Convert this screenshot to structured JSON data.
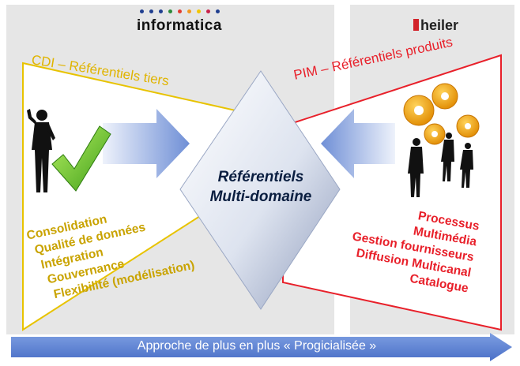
{
  "logos": {
    "left": "informatica",
    "right": "heiler"
  },
  "cdi": {
    "title": "CDI – Référentiels tiers",
    "items": [
      "Consolidation",
      "Qualité de données",
      "Intégration",
      "Gouvernance",
      "Flexibilité  (modélisation)"
    ]
  },
  "pim": {
    "title": "PIM – Référentiels produits",
    "items": [
      "Processus",
      "Multimédia",
      "Gestion fournisseurs",
      "Diffusion Multicanal",
      "Catalogue"
    ]
  },
  "center": {
    "line1": "Référentiels",
    "line2": "Multi-domaine"
  },
  "bottom": {
    "label": "Approche de plus en plus « Progicialisée »"
  },
  "colors": {
    "cdi": "#e0b400",
    "pim": "#e8202a",
    "arrow_blue": "#5b7fd1",
    "diamond_light": "#f4f6fb",
    "diamond_dark": "#9aa7c4"
  },
  "icons": [
    "businessman-figure",
    "green-checkmark",
    "people-holding-gears"
  ]
}
